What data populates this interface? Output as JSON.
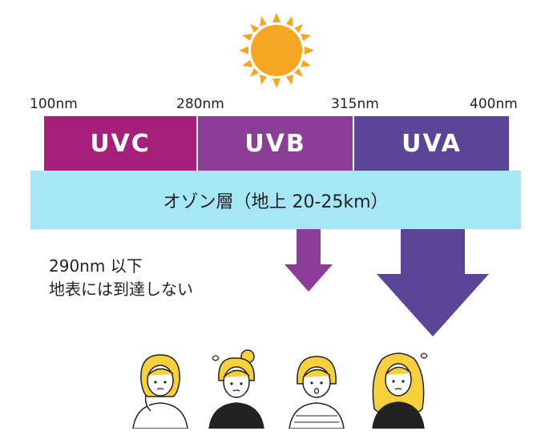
{
  "wavelength_labels": [
    "100nm",
    "280nm",
    "315nm",
    "400nm"
  ],
  "bands": [
    {
      "label": "UVC",
      "color": "#a61f78"
    },
    {
      "label": "UVB",
      "color": "#8b3e95"
    },
    {
      "label": "UVA",
      "color": "#5b4596"
    }
  ],
  "ozone": {
    "label": "オゾン層（地上 20-25km）",
    "color": "#a6e7f6"
  },
  "note": {
    "line1": "290nm 以下",
    "line2": "地表には到達しない"
  },
  "arrows": [
    {
      "name": "uvb-arrow",
      "color": "#8b3e95"
    },
    {
      "name": "uva-arrow",
      "color": "#5b4596"
    }
  ],
  "sun": {
    "icon": "sun-icon",
    "color": "#f5a623"
  },
  "people": [
    "worried-woman-icon",
    "confused-woman-icon",
    "touching-face-woman-icon",
    "troubled-woman-icon"
  ],
  "accent_hair": "#f6d13c"
}
